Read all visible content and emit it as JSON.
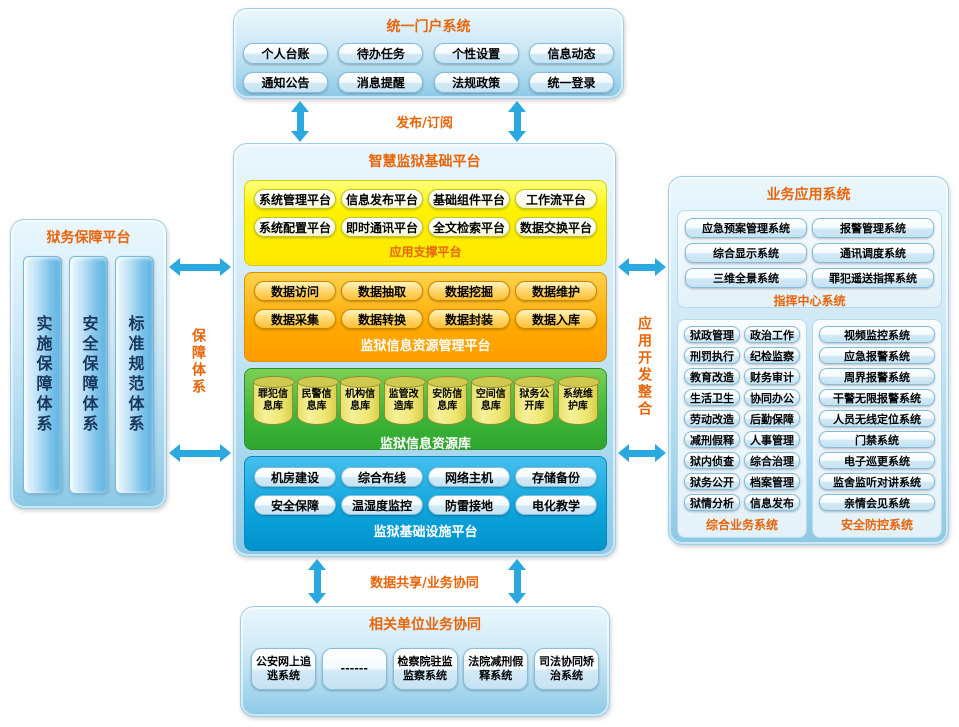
{
  "colors": {
    "accent_orange": "#e8650a",
    "arrow_blue": "#2aa8e0",
    "panel_yellow": "#ffee00",
    "panel_orange": "#ffaa00",
    "panel_green": "#33b333",
    "panel_blue": "#0a9fd6"
  },
  "portal": {
    "title": "统一门户系统",
    "row1": [
      "个人台账",
      "待办任务",
      "个性设置",
      "信息动态"
    ],
    "row2": [
      "通知公告",
      "消息提醒",
      "法规政策",
      "统一登录"
    ]
  },
  "connector_labels": {
    "publish": "发布/订阅",
    "guarantee": "保障体系",
    "app_integration": "应用开发整合",
    "data_share": "数据共享/业务协同"
  },
  "platform": {
    "title": "智慧监狱基础平台",
    "app_support": {
      "label": "应用支撑平台",
      "row1": [
        "系统管理平台",
        "信息发布平台",
        "基础组件平台",
        "工作流平台"
      ],
      "row2": [
        "系统配置平台",
        "即时通讯平台",
        "全文检索平台",
        "数据交换平台"
      ]
    },
    "resource_mgmt": {
      "label": "监狱信息资源管理平台",
      "row1": [
        "数据访问",
        "数据抽取",
        "数据挖掘",
        "数据维护"
      ],
      "row2": [
        "数据采集",
        "数据转换",
        "数据封装",
        "数据入库"
      ]
    },
    "resource_lib": {
      "label": "监狱信息资源库",
      "items": [
        "罪犯信息库",
        "民警信息库",
        "机构信息库",
        "监管改造库",
        "安防信息库",
        "空间信息库",
        "狱务公开库",
        "系统维护库"
      ]
    },
    "infrastructure": {
      "label": "监狱基础设施平台",
      "row1": [
        "机房建设",
        "综合布线",
        "网络主机",
        "存储备份"
      ],
      "row2": [
        "安全保障",
        "温湿度监控",
        "防雷接地",
        "电化教学"
      ]
    }
  },
  "support_platform": {
    "title": "狱务保障平台",
    "columns": [
      "实施保障体系",
      "安全保障体系",
      "标准规范体系"
    ]
  },
  "business_systems": {
    "title": "业务应用系统",
    "command_center": {
      "label": "指挥中心系统",
      "items": [
        "应急预案管理系统",
        "报警管理系统",
        "综合显示系统",
        "通讯调度系统",
        "三维全景系统",
        "罪犯遥送指挥系统"
      ]
    },
    "general_business": {
      "label": "综合业务系统",
      "col1": [
        "狱政管理",
        "刑罚执行",
        "教育改造",
        "生活卫生",
        "劳动改造",
        "减刑假释",
        "狱内侦查",
        "狱务公开",
        "狱情分析"
      ],
      "col2": [
        "政治工作",
        "纪检监察",
        "财务审计",
        "协同办公",
        "后勤保障",
        "人事管理",
        "综合治理",
        "档案管理",
        "信息发布"
      ]
    },
    "security_control": {
      "label": "安全防控系统",
      "items": [
        "视频监控系统",
        "应急报警系统",
        "周界报警系统",
        "干警无限报警系统",
        "人员无线定位系统",
        "门禁系统",
        "电子巡更系统",
        "监舍监听对讲系统",
        "亲情会见系统"
      ]
    }
  },
  "collaboration": {
    "title": "相关单位业务协同",
    "items": [
      "公安网上追逃系统",
      "------",
      "检察院驻监监察系统",
      "法院减刑假释系统",
      "司法协同矫治系统"
    ]
  }
}
